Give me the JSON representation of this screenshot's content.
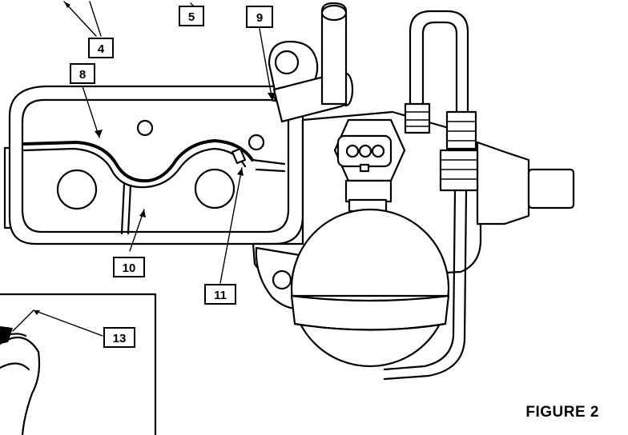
{
  "callouts": {
    "c4": "4",
    "c5": "5",
    "c8": "8",
    "c9": "9",
    "c10": "10",
    "c11": "11",
    "c13": "13"
  },
  "figure_label": "FIGURE 2"
}
